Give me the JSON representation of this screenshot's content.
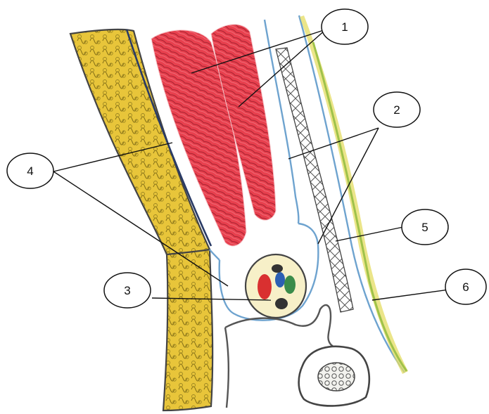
{
  "callouts": [
    {
      "id": "1",
      "label": "1"
    },
    {
      "id": "2",
      "label": "2"
    },
    {
      "id": "3",
      "label": "3"
    },
    {
      "id": "4",
      "label": "4"
    },
    {
      "id": "5",
      "label": "5"
    },
    {
      "id": "6",
      "label": "6"
    }
  ],
  "colors": {
    "fat_fill": "#e8c53a",
    "fat_texture": "#8a7418",
    "muscle_fill": "#e8404e",
    "muscle_texture": "#8e1b2a",
    "fascia_blue": "#6ea3cf",
    "skin_green": "#9fc24a",
    "skin_yellow": "#e4dc62",
    "outline": "#444444",
    "vessel_red": "#d93030",
    "vessel_blue": "#2c5fb3",
    "vessel_green": "#3a8c4a",
    "vessel_dark": "#333333"
  }
}
